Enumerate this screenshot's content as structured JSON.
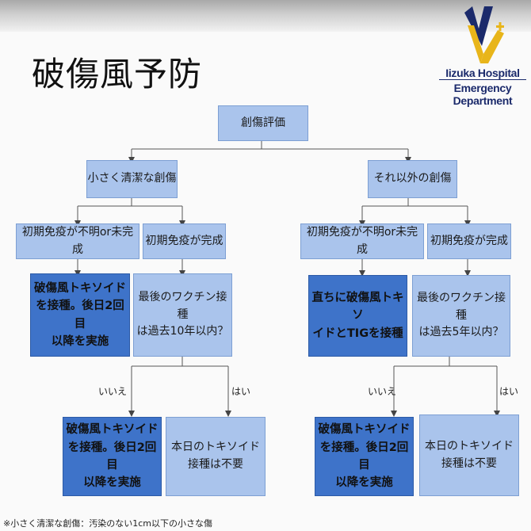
{
  "title": "破傷風予防",
  "logo": {
    "line1": "Iizuka Hospital",
    "line2": "Emergency Department"
  },
  "root": "創傷評価",
  "left": {
    "category": "小さく清潔な創傷",
    "unknown": "初期免疫が不明or未完成",
    "complete": "初期免疫が完成",
    "unknown_action": [
      "破傷風トキソイド",
      "を接種。後日2回目",
      "以降を実施"
    ],
    "question": [
      "最後のワクチン接種",
      "は過去10年以内？"
    ],
    "no_label": "いいえ",
    "yes_label": "はい",
    "no_action": [
      "破傷風トキソイド",
      "を接種。後日2回目",
      "以降を実施"
    ],
    "yes_action": [
      "本日のトキソイド",
      "接種は不要"
    ]
  },
  "right": {
    "category": "それ以外の創傷",
    "unknown": "初期免疫が不明or未完成",
    "complete": "初期免疫が完成",
    "unknown_action": [
      "直ちに破傷風トキソ",
      "イドとTIGを接種"
    ],
    "question": [
      "最後のワクチン接種",
      "は過去5年以内？"
    ],
    "no_label": "いいえ",
    "yes_label": "はい",
    "no_action": [
      "破傷風トキソイド",
      "を接種。後日2回目",
      "以降を実施"
    ],
    "yes_action": [
      "本日のトキソイド",
      "接種は不要"
    ]
  },
  "footnote": "※小さく清潔な創傷：汚染のない1cm以下の小さな傷",
  "colors": {
    "light_box": "#aac4ec",
    "dark_box": "#3e73c9",
    "logo_navy": "#1b2a6b",
    "logo_gold": "#e8b51a"
  }
}
